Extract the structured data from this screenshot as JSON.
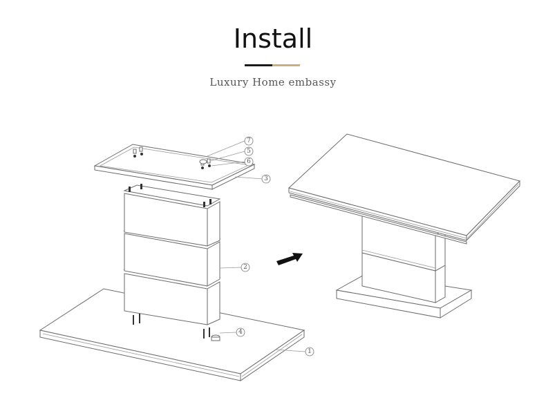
{
  "header": {
    "title": "Install",
    "subtitle": "Luxury Home embassy",
    "accent_dark": "#1a1a1a",
    "accent_gold": "#c9b07a"
  },
  "exploded_view": {
    "part_labels": [
      "7",
      "5",
      "6",
      "3",
      "2",
      "4",
      "1"
    ]
  },
  "assembled_view": {
    "arrow": "arrow-right-icon"
  }
}
